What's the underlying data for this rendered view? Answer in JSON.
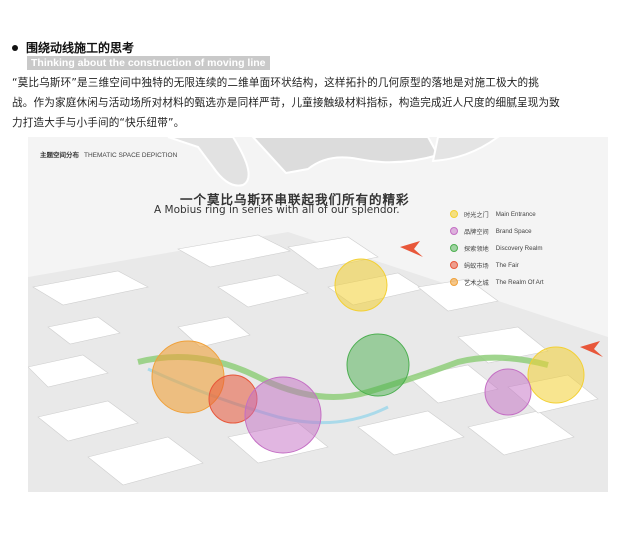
{
  "heading": {
    "title_cn": "围绕动线施工的思考",
    "title_en": "Thinking about the construction of moving line"
  },
  "paragraph": {
    "lines": [
      "“莫比乌斯环”是三维空间中独特的无限连续的二维单面环状结构，这样拓扑的几何原型的落地是对施工极大的挑",
      "战。作为家庭休闲与活动场所对材料的甄选亦是同样严苛，儿童接触级材料指标，构造完成近人尺度的细腻呈现为致",
      "力打造大手与小手间的“快乐纽带”。"
    ]
  },
  "figure": {
    "label_cn": "主题空间分布",
    "label_en": "THEMATIC SPACE DEPICTION",
    "title_cn": "一个莫比乌斯环串联起我们所有的精彩",
    "title_en": "A Mobius ring in series with all of our splendor.",
    "legend": [
      {
        "cn": "时光之门",
        "en": "Main Entrance",
        "color": "#f3d033"
      },
      {
        "cn": "品牌空间",
        "en": "Brand Space",
        "color": "#c46ec4"
      },
      {
        "cn": "探索领地",
        "en": "Discovery Realm",
        "color": "#4caf50"
      },
      {
        "cn": "蚂蚁市场",
        "en": "The Fair",
        "color": "#e8573a"
      },
      {
        "cn": "艺术之城",
        "en": "The Realm Of Art",
        "color": "#f0a13a"
      }
    ],
    "colors": {
      "arrow": "#e8573a",
      "path_green": "#8fce7a",
      "floor": "#eaeaea",
      "wall": "#ffffff"
    }
  }
}
